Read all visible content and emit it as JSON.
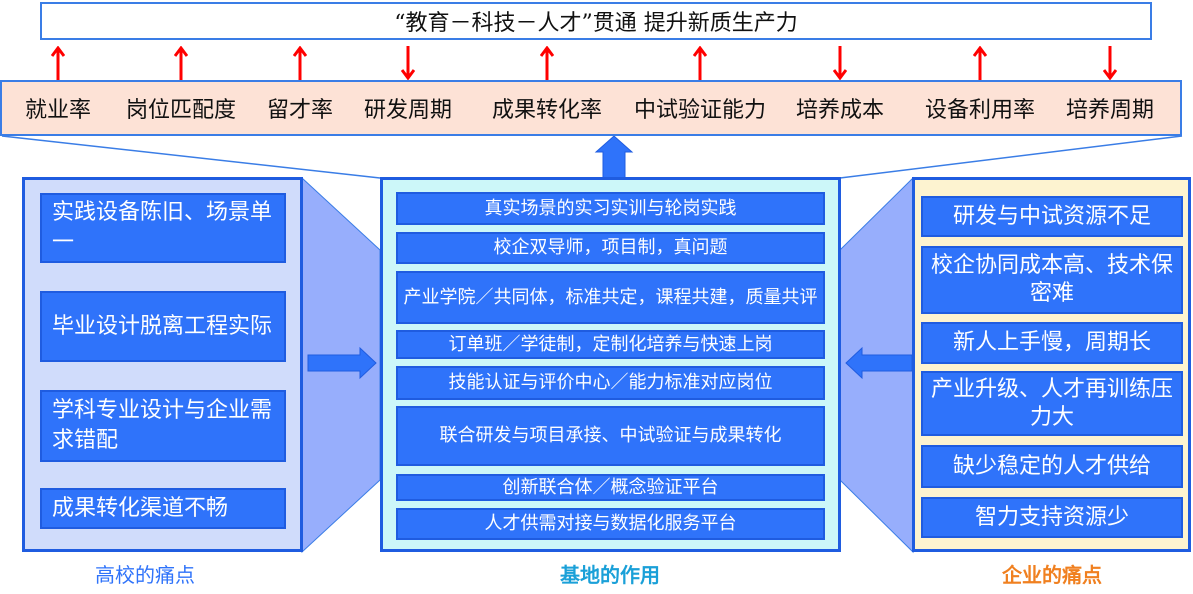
{
  "title": "“教育－科技－人才”贯通  提升新质生产力",
  "metrics": [
    {
      "label": "就业率",
      "direction": "up"
    },
    {
      "label": "岗位匹配度",
      "direction": "up"
    },
    {
      "label": "留才率",
      "direction": "up"
    },
    {
      "label": "研发周期",
      "direction": "down"
    },
    {
      "label": "成果转化率",
      "direction": "up"
    },
    {
      "label": "中试验证能力",
      "direction": "up"
    },
    {
      "label": "培养成本",
      "direction": "down"
    },
    {
      "label": "设备利用率",
      "direction": "up"
    },
    {
      "label": "培养周期",
      "direction": "down"
    }
  ],
  "left": {
    "caption": "高校的痛点",
    "items": [
      "实践设备陈旧、场景单一",
      "毕业设计脱离工程实际",
      "学科专业设计与企业需求错配",
      "成果转化渠道不畅"
    ]
  },
  "center": {
    "caption": "基地的作用",
    "items": [
      "真实场景的实习实训与轮岗实践",
      "校企双导师，项目制，真问题",
      "产业学院／共同体，标准共定，课程共建，质量共评",
      "订单班／学徒制，定制化培养与快速上岗",
      "技能认证与评价中心／能力标准对应岗位",
      "联合研发与项目承接、中试验证与成果转化",
      "创新联合体／概念验证平台",
      "人才供需对接与数据化服务平台"
    ]
  },
  "right": {
    "caption": "企业的痛点",
    "items": [
      "研发与中试资源不足",
      "校企协同成本高、技术保密难",
      "新人上手慢，周期长",
      "产业升级、人才再训练压力大",
      "缺少稳定的人才供给",
      "智力支持资源少"
    ]
  },
  "colors": {
    "arrow": "#ff0000",
    "item": "#2f73fa",
    "border": "#1f5ce0",
    "center_caption": "#1aa0d8",
    "right_caption": "#f08020",
    "left_caption": "#2f73fa"
  }
}
